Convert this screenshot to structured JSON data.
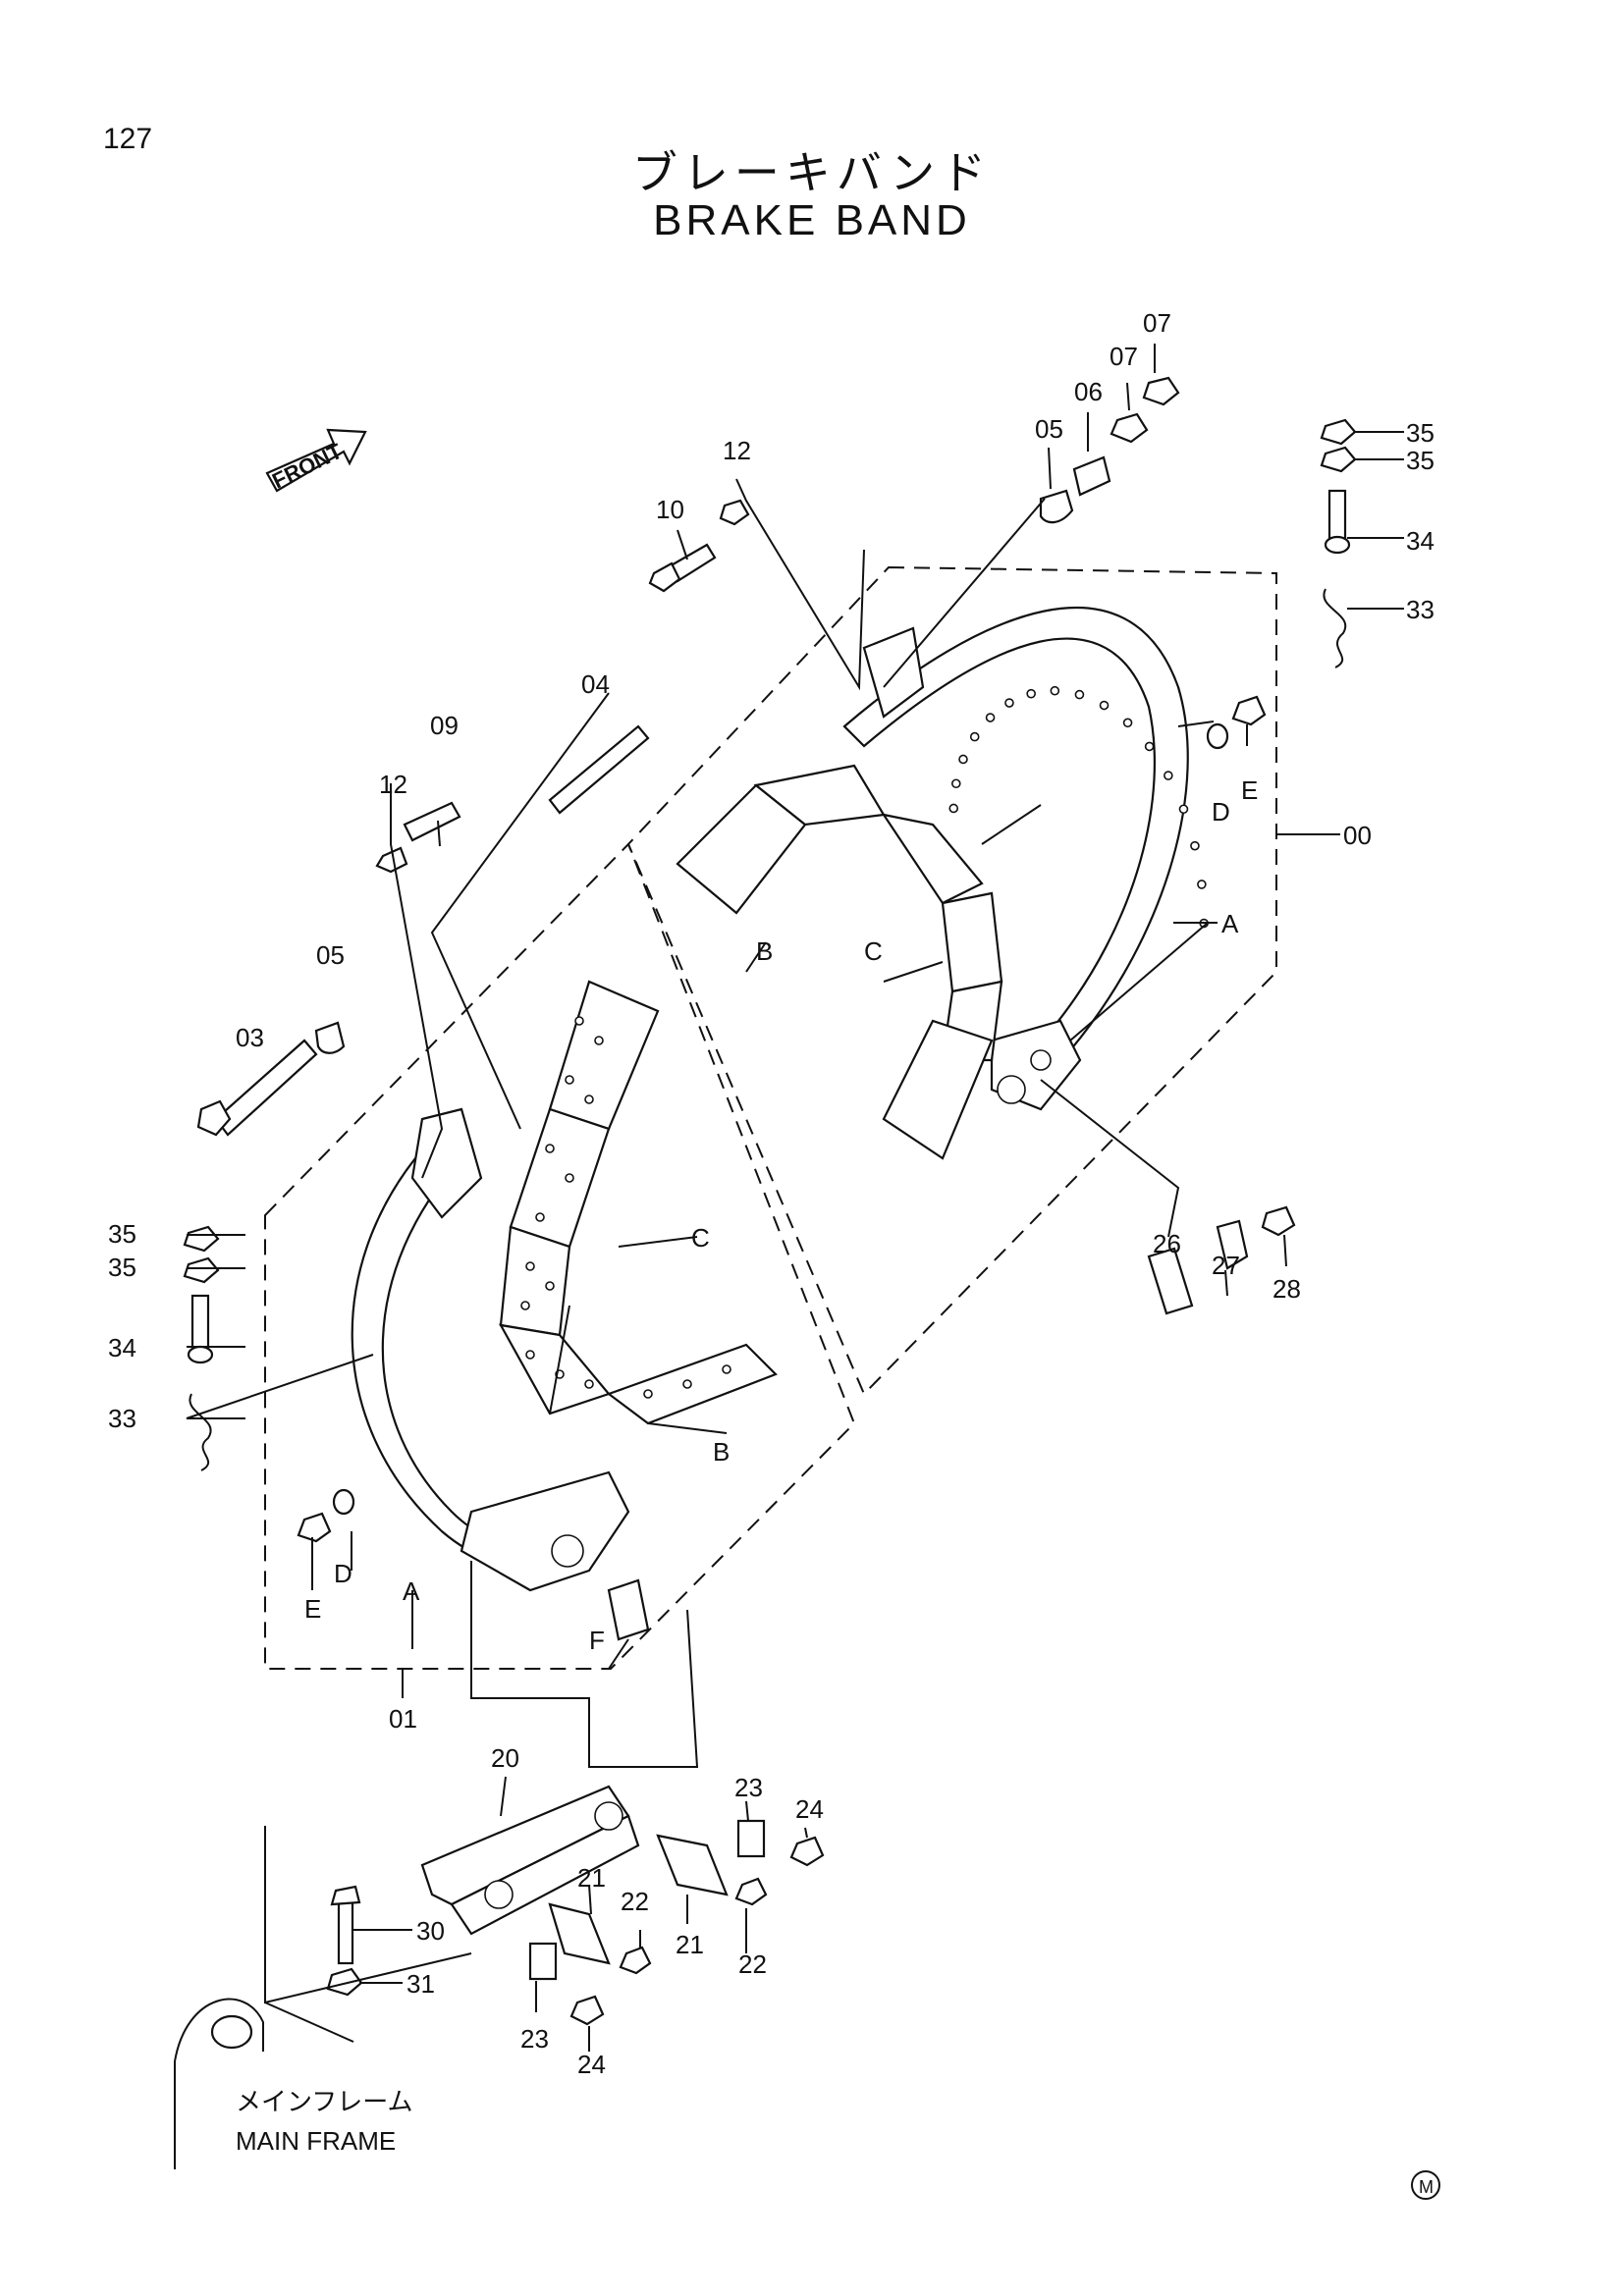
{
  "page_number": "127",
  "title_jp": "ブレーキバンド",
  "title_en": "BRAKE BAND",
  "front_label": "FRONT",
  "frame_label_jp": "メインフレーム",
  "frame_label_en": "MAIN FRAME",
  "mark": "M",
  "callouts": {
    "c00": "00",
    "c01": "01",
    "c03": "03",
    "c04": "04",
    "c05a": "05",
    "c05b": "05",
    "c06": "06",
    "c07a": "07",
    "c07b": "07",
    "c09": "09",
    "c10": "10",
    "c12a": "12",
    "c12b": "12",
    "c20": "20",
    "c21a": "21",
    "c21b": "21",
    "c22a": "22",
    "c22b": "22",
    "c23a": "23",
    "c23b": "23",
    "c24a": "24",
    "c24b": "24",
    "c26": "26",
    "c27": "27",
    "c28": "28",
    "c30": "30",
    "c31": "31",
    "c33a": "33",
    "c33b": "33",
    "c34a": "34",
    "c34b": "34",
    "c35a": "35",
    "c35b": "35",
    "c35c": "35",
    "c35d": "35",
    "cA1": "A",
    "cA2": "A",
    "cB1": "B",
    "cB2": "B",
    "cC1": "C",
    "cC2": "C",
    "cD1": "D",
    "cD2": "D",
    "cE1": "E",
    "cE2": "E",
    "cF": "F"
  }
}
